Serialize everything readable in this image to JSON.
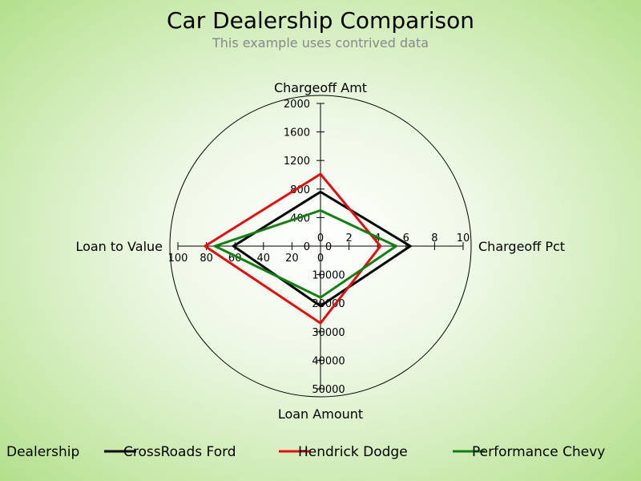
{
  "chart_data": {
    "type": "radar",
    "title": "Car Dealership Comparison",
    "subtitle": "This example uses contrived data",
    "axes": [
      {
        "name": "Chargeoff Pct",
        "direction": "right",
        "range": [
          0,
          10
        ],
        "ticks": [
          0,
          2,
          4,
          6,
          8,
          10
        ]
      },
      {
        "name": "Chargeoff Amt",
        "direction": "up",
        "range": [
          0,
          2000
        ],
        "ticks": [
          0,
          400,
          800,
          1200,
          1600,
          2000
        ]
      },
      {
        "name": "Loan to Value",
        "direction": "left",
        "range": [
          0,
          100
        ],
        "ticks": [
          0,
          20,
          40,
          60,
          80,
          100
        ]
      },
      {
        "name": "Loan Amount",
        "direction": "down",
        "range": [
          0,
          50000
        ],
        "ticks": [
          0,
          10000,
          20000,
          30000,
          40000,
          50000
        ]
      }
    ],
    "legend_title": "Dealership",
    "legend_position": "bottom",
    "series": [
      {
        "name": "CrossRoads Ford",
        "color": "#000000",
        "values": {
          "Chargeoff Pct": 6.3,
          "Chargeoff Amt": 760,
          "Loan to Value": 61,
          "Loan Amount": 21000
        }
      },
      {
        "name": "Hendrick Dodge",
        "color": "#e01010",
        "values": {
          "Chargeoff Pct": 4.2,
          "Chargeoff Amt": 1010,
          "Loan to Value": 81,
          "Loan Amount": 27000
        }
      },
      {
        "name": "Performance Chevy",
        "color": "#108010",
        "values": {
          "Chargeoff Pct": 5.3,
          "Chargeoff Amt": 500,
          "Loan to Value": 74,
          "Loan Amount": 18000
        }
      }
    ]
  }
}
